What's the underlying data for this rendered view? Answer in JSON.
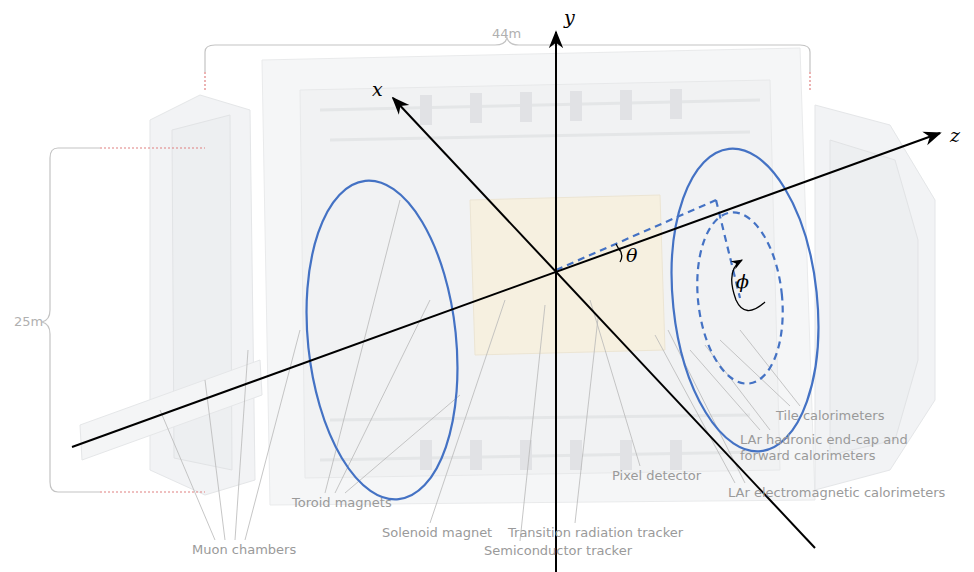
{
  "diagram": {
    "labels": [
      "44m",
      "25m",
      "y",
      "x",
      "z",
      "θ",
      "ϕ",
      "Tile calorimeters",
      "LAr hadronic end-cap and forward calorimeters",
      "LAr electromagnetic calorimeters",
      "Pixel detector",
      "Transition radiation tracker",
      "Semiconductor tracker",
      "Solenoid magnet",
      "Toroid magnets",
      "Muon chambers"
    ]
  }
}
